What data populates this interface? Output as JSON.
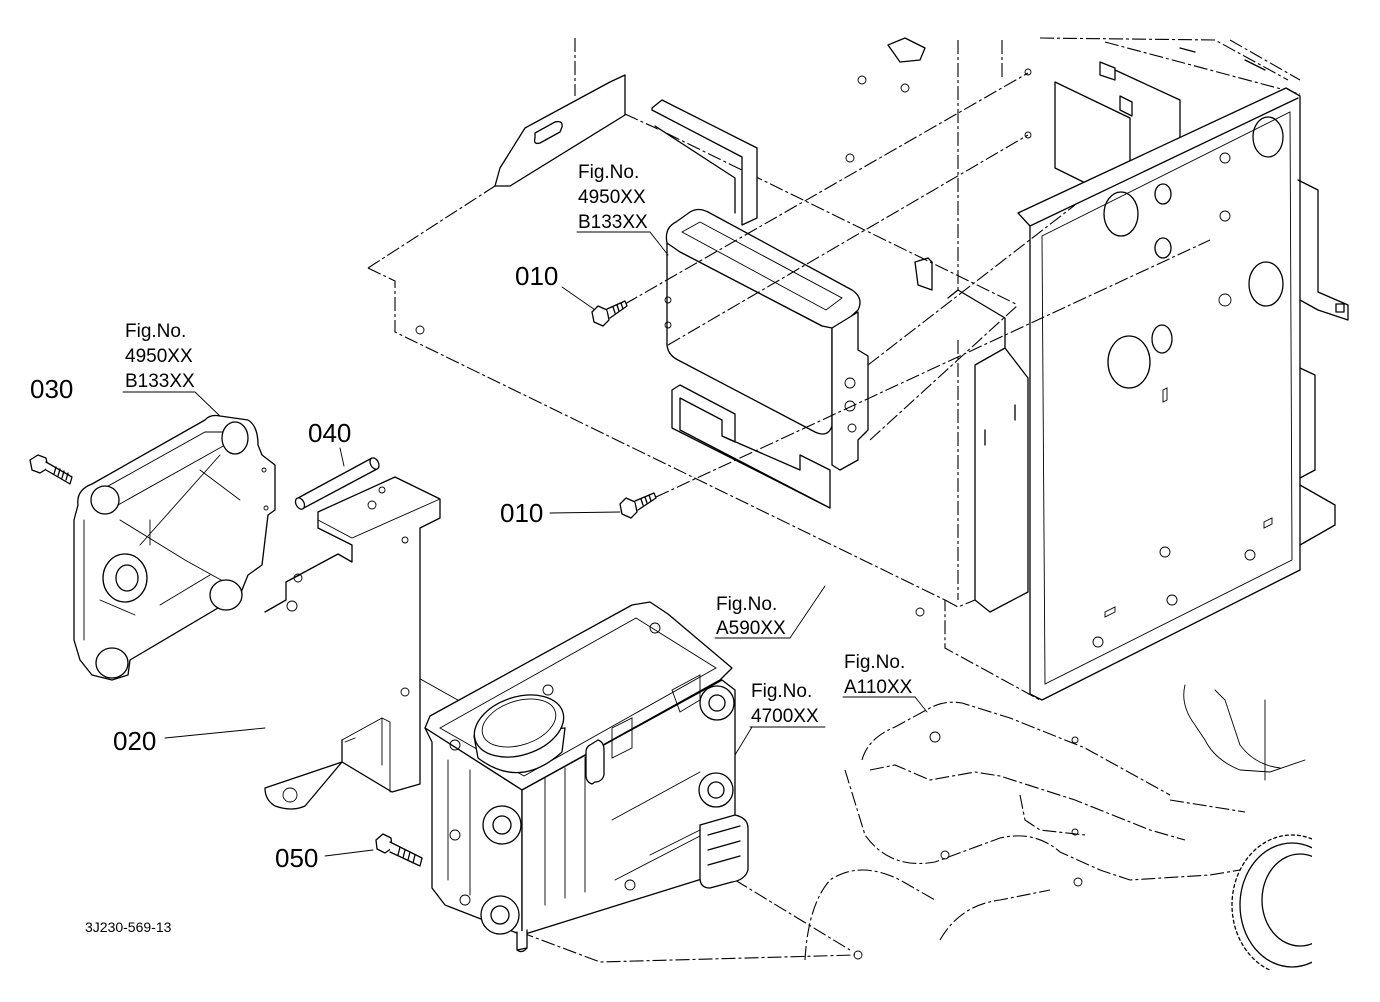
{
  "colors": {
    "ink": "#000000",
    "paper": "#ffffff"
  },
  "callouts": {
    "ecu_ref": {
      "fig_label": "Fig.No.",
      "codes": [
        "4950XX",
        "B133XX"
      ]
    },
    "bracket_ref": {
      "fig_label": "Fig.No.",
      "codes": [
        "4950XX",
        "B133XX"
      ]
    },
    "frame_ref": {
      "fig_label": "Fig.No.",
      "codes": [
        "A590XX"
      ]
    },
    "base_ref": {
      "fig_label": "Fig.No.",
      "codes": [
        "A110XX"
      ]
    },
    "pump_ref": {
      "fig_label": "Fig.No.",
      "codes": [
        "4700XX"
      ]
    }
  },
  "part_labels": {
    "bolt_upper": "010",
    "bolt_lower": "010",
    "bracket": "020",
    "bolt_left": "030",
    "pin": "040",
    "bolt_pump": "050"
  },
  "drawing_code": "3J230-569-13"
}
